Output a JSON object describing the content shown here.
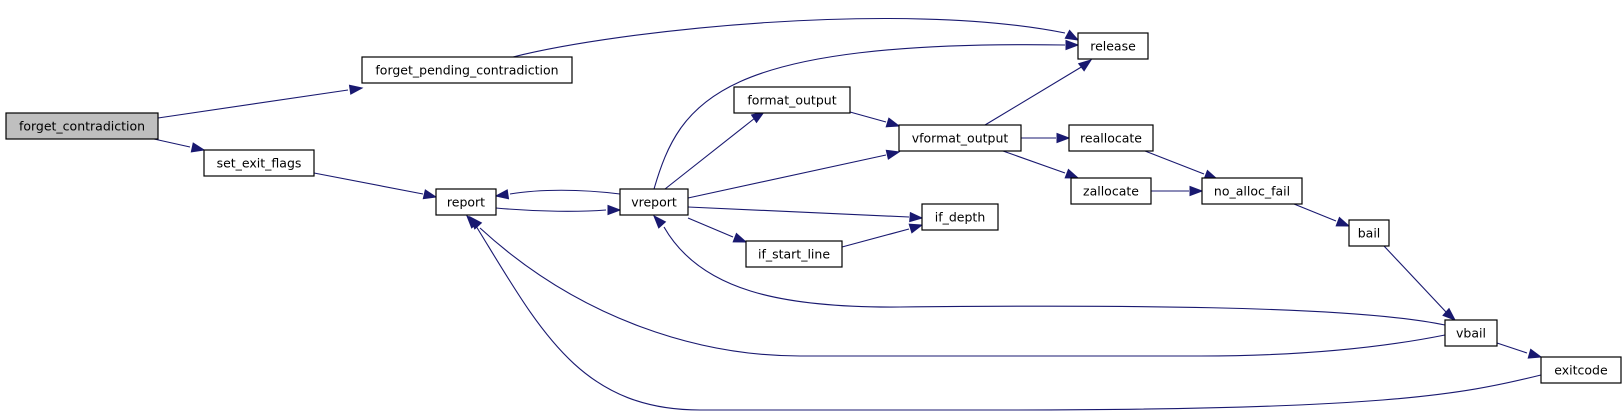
{
  "graph": {
    "nodes": [
      {
        "id": "forget_contradiction",
        "label": "forget_contradiction",
        "highlighted": true
      },
      {
        "id": "forget_pending_contradiction",
        "label": "forget_pending_contradiction"
      },
      {
        "id": "set_exit_flags",
        "label": "set_exit_flags"
      },
      {
        "id": "report",
        "label": "report"
      },
      {
        "id": "vreport",
        "label": "vreport"
      },
      {
        "id": "format_output",
        "label": "format_output"
      },
      {
        "id": "vformat_output",
        "label": "vformat_output"
      },
      {
        "id": "release",
        "label": "release"
      },
      {
        "id": "reallocate",
        "label": "reallocate"
      },
      {
        "id": "zallocate",
        "label": "zallocate"
      },
      {
        "id": "no_alloc_fail",
        "label": "no_alloc_fail"
      },
      {
        "id": "if_depth",
        "label": "if_depth"
      },
      {
        "id": "if_start_line",
        "label": "if_start_line"
      },
      {
        "id": "bail",
        "label": "bail"
      },
      {
        "id": "vbail",
        "label": "vbail"
      },
      {
        "id": "exitcode",
        "label": "exitcode"
      }
    ],
    "edges": [
      {
        "from": "forget_contradiction",
        "to": "forget_pending_contradiction"
      },
      {
        "from": "forget_contradiction",
        "to": "set_exit_flags"
      },
      {
        "from": "forget_pending_contradiction",
        "to": "release"
      },
      {
        "from": "set_exit_flags",
        "to": "report"
      },
      {
        "from": "report",
        "to": "vreport"
      },
      {
        "from": "vreport",
        "to": "report"
      },
      {
        "from": "vreport",
        "to": "release"
      },
      {
        "from": "vreport",
        "to": "format_output"
      },
      {
        "from": "vreport",
        "to": "vformat_output"
      },
      {
        "from": "vreport",
        "to": "if_depth"
      },
      {
        "from": "vreport",
        "to": "if_start_line"
      },
      {
        "from": "format_output",
        "to": "vformat_output"
      },
      {
        "from": "vformat_output",
        "to": "release"
      },
      {
        "from": "vformat_output",
        "to": "reallocate"
      },
      {
        "from": "vformat_output",
        "to": "zallocate"
      },
      {
        "from": "reallocate",
        "to": "no_alloc_fail"
      },
      {
        "from": "zallocate",
        "to": "no_alloc_fail"
      },
      {
        "from": "if_start_line",
        "to": "if_depth"
      },
      {
        "from": "no_alloc_fail",
        "to": "bail"
      },
      {
        "from": "bail",
        "to": "vbail"
      },
      {
        "from": "vbail",
        "to": "vreport"
      },
      {
        "from": "vbail",
        "to": "report"
      },
      {
        "from": "vbail",
        "to": "exitcode"
      },
      {
        "from": "exitcode",
        "to": "report"
      }
    ]
  },
  "colors": {
    "edge": "#191970",
    "node_border": "#000000",
    "root_fill": "#bfbfbf",
    "node_fill": "#ffffff"
  }
}
